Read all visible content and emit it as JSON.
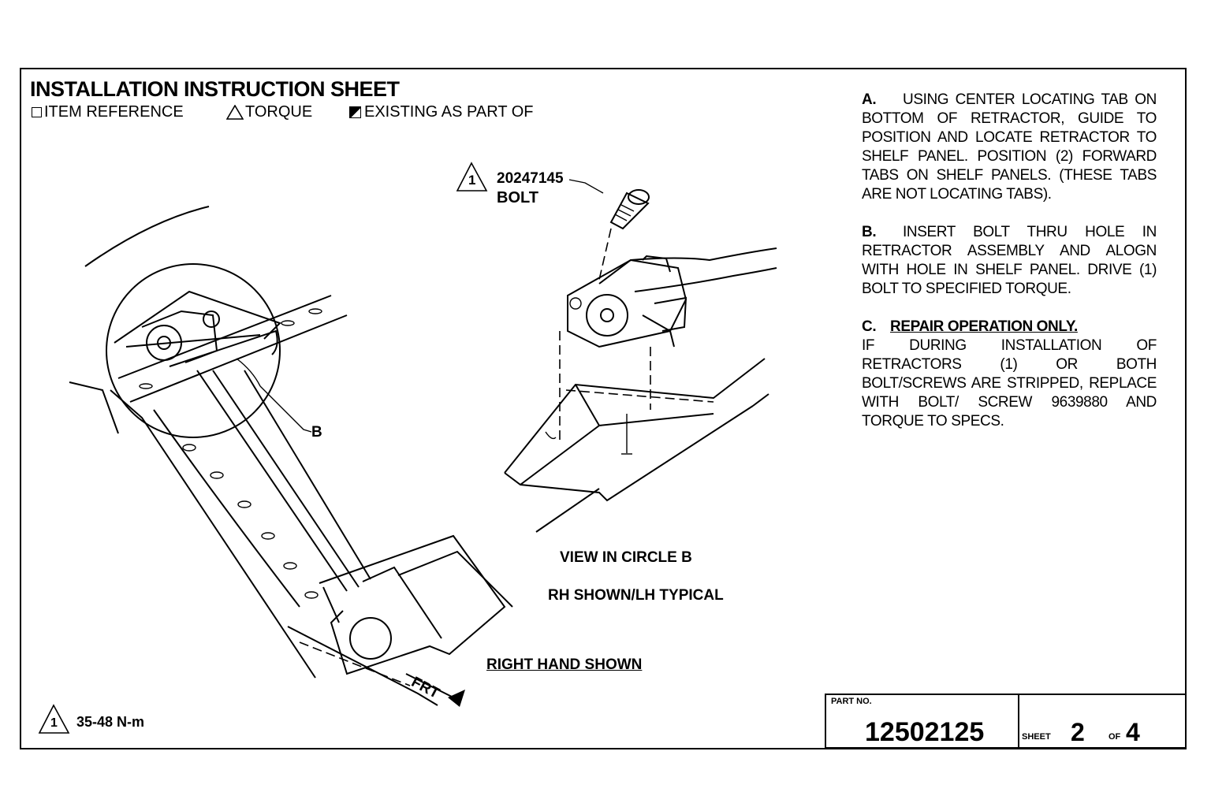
{
  "header": {
    "title": "INSTALLATION INSTRUCTION SHEET",
    "legend_item_reference": "ITEM REFERENCE",
    "legend_torque": "TORQUE",
    "legend_existing": "EXISTING AS PART OF"
  },
  "callout": {
    "number": "1",
    "part_number": "20247145",
    "part_name": "BOLT"
  },
  "circle_label": "B",
  "view_label": "VIEW IN CIRCLE B",
  "rh_label": "RH SHOWN/LH TYPICAL",
  "right_hand_label": "RIGHT HAND SHOWN",
  "frt_label": "FRT",
  "torque_spec": {
    "number": "1",
    "value": "35-48 N-m"
  },
  "notes": [
    {
      "label": "A.",
      "text": "USING CENTER LOCATING TAB ON BOTTOM OF RETRACTOR, GUIDE TO POSITION AND LOCATE RETRACTOR TO SHELF PANEL. POSITION (2) FORWARD TABS ON SHELF PANELS. (THESE TABS ARE NOT LOCATING TABS)."
    },
    {
      "label": "B.",
      "text": "INSERT BOLT THRU HOLE IN RETRACTOR ASSEMBLY AND ALOGN WITH HOLE IN SHELF PANEL. DRIVE (1) BOLT TO SPECIFIED TORQUE."
    },
    {
      "label": "C.",
      "heading": "REPAIR OPERATION ONLY.",
      "text": "IF DURING INSTALLATION OF RETRACTORS (1) OR BOTH BOLT/SCREWS ARE STRIPPED, REPLACE WITH BOLT/ SCREW 9639880 AND TORQUE TO SPECS."
    }
  ],
  "title_block": {
    "part_no_label": "PART NO.",
    "part_no": "12502125",
    "sheet_label": "SHEET",
    "sheet_number": "2",
    "of_label": "OF",
    "sheet_total": "4"
  }
}
